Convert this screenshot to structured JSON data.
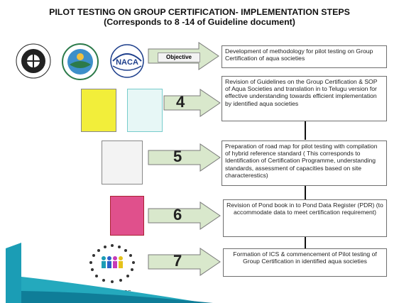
{
  "title": {
    "line1": "PILOT TESTING ON GROUP CERTIFICATION- IMPLEMENTATION STEPS",
    "line2": "(Corresponds to 8 -14 of Guideline document)"
  },
  "steps": [
    {
      "label": "Objective",
      "text": "Development of methodology for pilot testing on Group Certification of aqua societies"
    },
    {
      "label": "4",
      "text": "Revision of Guidelines on the Group Certification & SOP of Aqua Societies and translation in to Telugu version for effective understanding towards efficient implementation by identified aqua societies"
    },
    {
      "label": "5",
      "text": "Preparation of road map for pilot testing with compilation of hybrid reference standard ( This corresponds to Identification of Certification Programme, understanding standards, assessment of capacities based on site characterestics)"
    },
    {
      "label": "6",
      "text": "Revision of Pond book in to Pond Data Register (PDR) (to accommodate data to meet certification requirement)"
    },
    {
      "label": "7",
      "text": "Formation of ICS & commencement of Pilot testing of Group Certification in identified aqua societies"
    }
  ],
  "logos": {
    "naca": "NACA"
  },
  "caption": "Formation of ICS Committee",
  "colors": {
    "arrow_fill": "#d9e8cc",
    "arrow_stroke": "#7a7a7a",
    "yellow_doc": "#f2ee3a",
    "pink_doc": "#e0508c",
    "teal_accent": "#1b9db5"
  }
}
